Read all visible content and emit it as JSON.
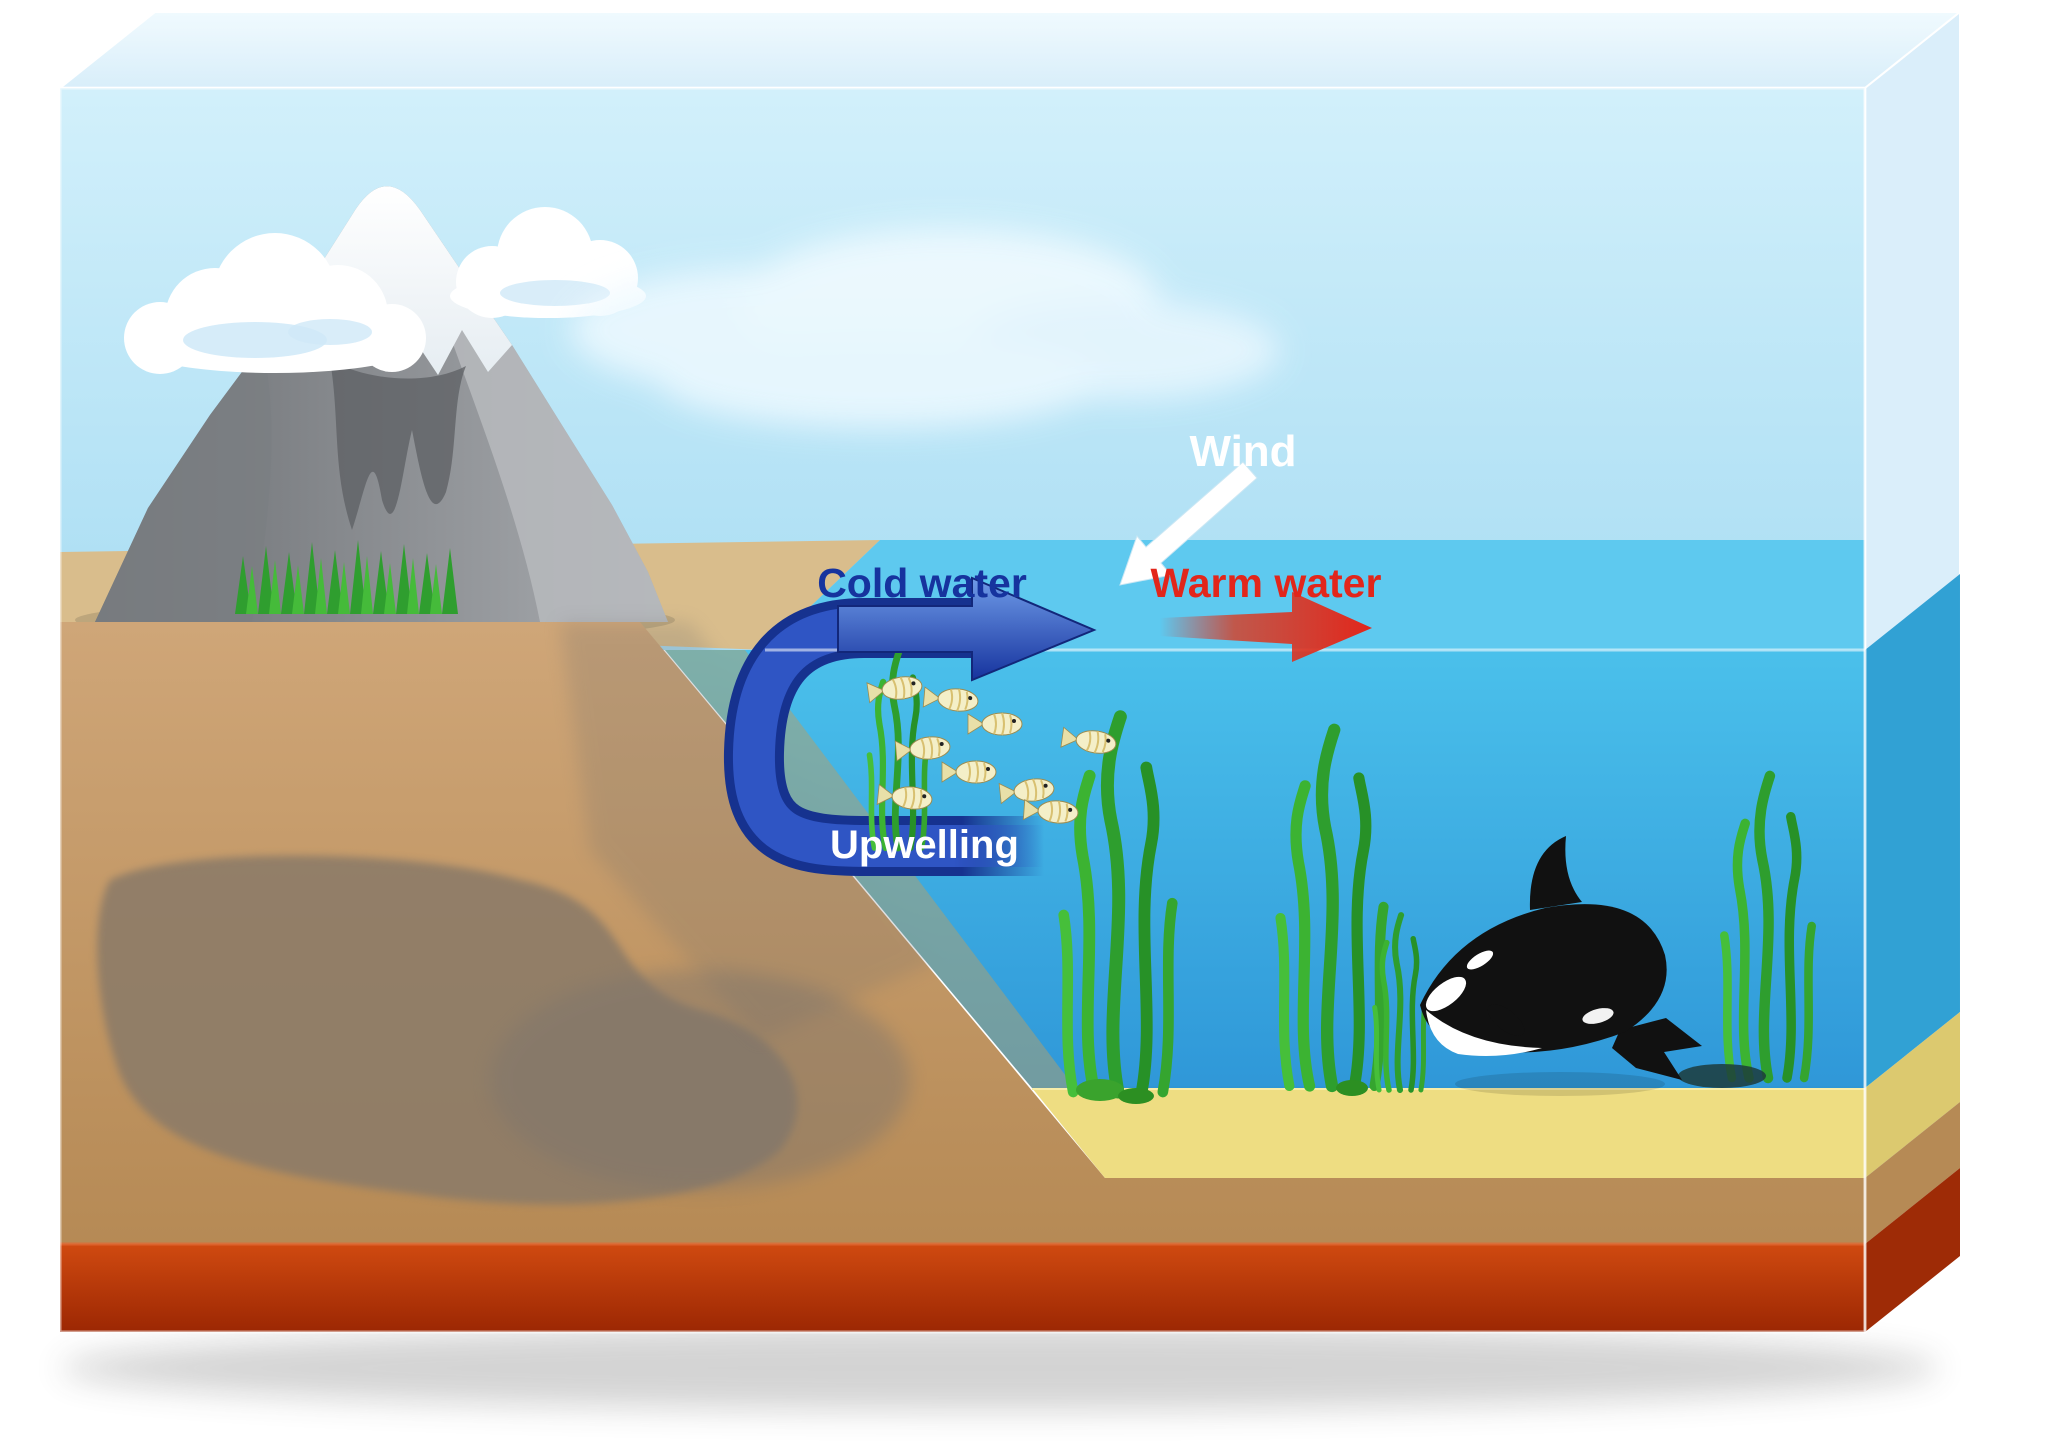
{
  "diagram": {
    "subject": "ocean upwelling cross-section illustration in a glass box",
    "labels": {
      "wind": "Wind",
      "cold_water": "Cold water",
      "warm_water": "Warm water",
      "upwelling": "Upwelling"
    },
    "colors": {
      "sky": "#b7e3f5",
      "water": "#31b2e6",
      "water_surface": "#5ec9ef",
      "water_deep": "#2492d6",
      "sand": "#eedd82",
      "soil": "#c79e6d",
      "soil_top": "#d9bd8c",
      "soil_dark_blob": "#8d7b67",
      "base_red": "#b83408",
      "mountain_gray": "#8f9296",
      "snow_white": "#ffffff",
      "grass_green": "#2f9e2f",
      "kelp_green": "#2e9e2e",
      "current_blue": "#16328f",
      "cold_arrow_blue": "#1c3da8",
      "warm_arrow_red": "#e2261b",
      "wind_arrow_white": "#ffffff",
      "label_wind_color": "#ffffff",
      "label_cold_color": "#16339e",
      "label_warm_color": "#e2261b",
      "label_upwelling_color": "#ffffff"
    },
    "scene": {
      "fish_count": 9,
      "kelp_clusters": 5,
      "animals": [
        "orca"
      ],
      "features": [
        "snow-capped mountain",
        "clouds",
        "grass tuft",
        "sandy sea floor",
        "red base layer",
        "glass box"
      ]
    }
  }
}
